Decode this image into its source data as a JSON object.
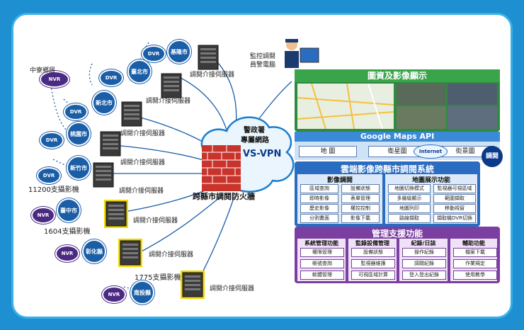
{
  "top_banner": "",
  "center": {
    "cloud_line1": "警政署",
    "cloud_line2": "專屬網路",
    "cloud_line3": "VS-VPN",
    "firewall": "跨縣市調閱防火牆"
  },
  "officer": {
    "line1": "監控調閱",
    "line2": "員警電腦"
  },
  "server_label": "調閱介接伺服器",
  "nodes": {
    "nantou_top": "中寮鄉居",
    "keelung": "基隆市",
    "taipei": "臺北市",
    "newtaipei": "新北市",
    "taoyuan": "桃園市",
    "hsinchu": "新竹市",
    "taichung": "臺中市",
    "changhua": "彰化縣",
    "nantou": "南投縣"
  },
  "device": {
    "nvr": "NVR",
    "dvr": "DVR"
  },
  "camera_counts": {
    "taichung": "11200支攝影機",
    "changhua": "1604支攝影機",
    "nantou": "1775支攝影機"
  },
  "right": {
    "display_title": "圖資及影像顯示",
    "google": "Google Maps API",
    "map_tabs": [
      "地 圖",
      "衛星圖",
      "街景圖"
    ],
    "internet": "Internet",
    "access_tag": "調閱",
    "system_title": "雲端影像跨縣市調閱系統",
    "video_title": "影像調閱",
    "video_items": [
      "區域查詢",
      "設備狀態",
      "即時影像",
      "表單管理",
      "歷史影像",
      "權控控制",
      "分割畫面",
      "影像下載"
    ],
    "map_title": "地圖展示功能",
    "map_items": [
      "地圖切換模式",
      "監視器可視區域",
      "多層級顯示",
      "範圍擷取",
      "地圖列印",
      "移動視窗",
      "路線擷取",
      "擷取機DVR切換"
    ],
    "mgmt_title": "管理支援功能",
    "sys_title": "系統管理功能",
    "sys_items": [
      "權限管理",
      "帳號查詢",
      "軟體管理"
    ],
    "mon_title": "監錄設備管理",
    "mon_items": [
      "設備狀態",
      "監視器維護",
      "可視區域計算"
    ],
    "log_title": "紀錄/日誌",
    "log_items": [
      "操作紀錄",
      "調閱紀錄",
      "登入登出紀錄"
    ],
    "aux_title": "輔助功能",
    "aux_items": [
      "檔案下載",
      "作業規定",
      "使用教學"
    ]
  },
  "colors": {
    "bg": "#1e8fd0",
    "blue": "#2a6cc0",
    "purple": "#7a3fa0",
    "green": "#3aa44a",
    "yellow": "#f5d800",
    "nvr": "#4b2a84"
  }
}
